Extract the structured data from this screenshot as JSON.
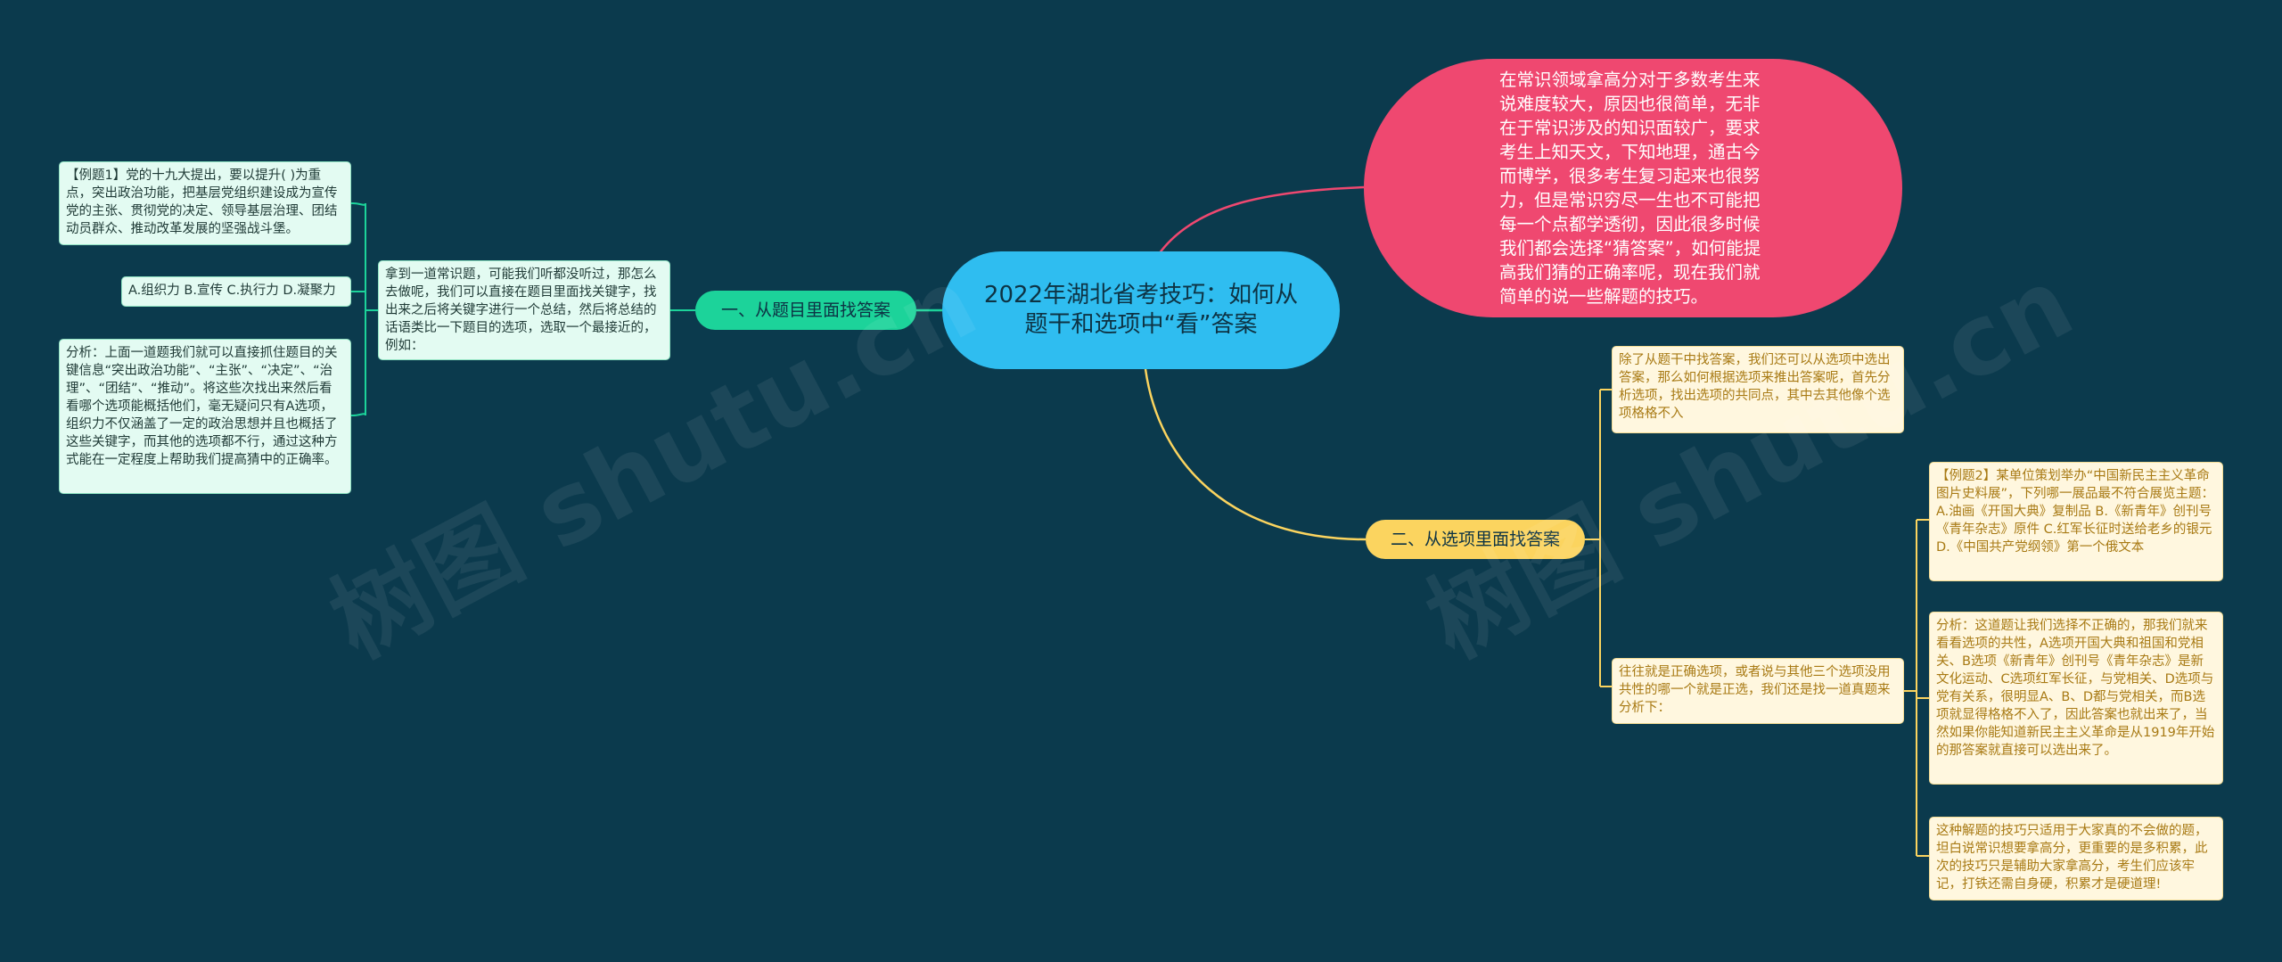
{
  "center": {
    "title": "2022年湖北省考技巧：如何从题干和选项中“看”答案"
  },
  "intro": {
    "text": "在常识领域拿高分对于多数考生来说难度较大，原因也很简单，无非在于常识涉及的知识面较广，要求考生上知天文，下知地理，通古今而博学，很多考生复习起来也很努力，但是常识穷尽一生也不可能把每一个点都学透彻，因此很多时候我们都会选择“猜答案”，如何能提高我们猜的正确率呢，现在我们就简单的说一些解题的技巧。"
  },
  "branch1": {
    "label": "一、从题目里面找答案",
    "summary": "拿到一道常识题，可能我们听都没听过，那怎么去做呢，我们可以直接在题目里面找关键字，找出来之后将关键字进行一个总结，然后将总结的话语类比一下题目的选项，选取一个最接近的，例如：",
    "example": "【例题1】党的十九大提出，要以提升( )为重点，突出政治功能，把基层党组织建设成为宣传党的主张、贯彻党的决定、领导基层治理、团结动员群众、推动改革发展的坚强战斗堡。",
    "options": "A.组织力 B.宣传 C.执行力 D.凝聚力",
    "analysis": "分析：上面一道题我们就可以直接抓住题目的关键信息“突出政治功能”、“主张”、“决定”、“治理”、“团结”、“推动”。将这些次找出来然后看看哪个选项能概括他们，毫无疑问只有A选项，组织力不仅涵盖了一定的政治思想并且也概括了这些关键字，而其他的选项都不行，通过这种方式能在一定程度上帮助我们提高猜中的正确率。"
  },
  "branch2": {
    "label": "二、从选项里面找答案",
    "intro": "除了从题干中找答案，我们还可以从选项中选出答案，那么如何根据选项来推出答案呢，首先分析选项，找出选项的共同点，其中去其他像个选项格格不入",
    "lead": "往往就是正确选项，或者说与其他三个选项没用共性的哪一个就是正选，我们还是找一道真题来分析下：",
    "example": "【例题2】某单位策划举办“中国新民主主义革命图片史料展”，下列哪一展品最不符合展览主题：  A.油画《开国大典》复制品 B.《新青年》创刊号《青年杂志》原件 C.红军长征时送给老乡的银元 D.《中国共产党纲领》第一个俄文本",
    "analysis": "分析：这道题让我们选择不正确的，那我们就来看看选项的共性，A选项开国大典和祖国和党相关、B选项《新青年》创刊号《青年杂志》是新文化运动、C选项红军长征，与党相关、D选项与党有关系，很明显A、B、D都与党相关，而B选项就显得格格不入了，因此答案也就出来了，当然如果你能知道新民主主义革命是从1919年开始的那答案就直接可以选出来了。",
    "note": "这种解题的技巧只适用于大家真的不会做的题，坦白说常识想要拿高分，更重要的是多积累，此次的技巧只是辅助大家拿高分，考生们应该牢记，打铁还需自身硬，积累才是硬道理!"
  },
  "watermarks": [
    "树图 shutu.cn",
    "树图 shutu.cn"
  ],
  "colors": {
    "background": "#0b3a4d",
    "center": "#2fbdf0",
    "intro": "#ef4870",
    "branch1": "#1cd39a",
    "branch2": "#fbd45f"
  }
}
